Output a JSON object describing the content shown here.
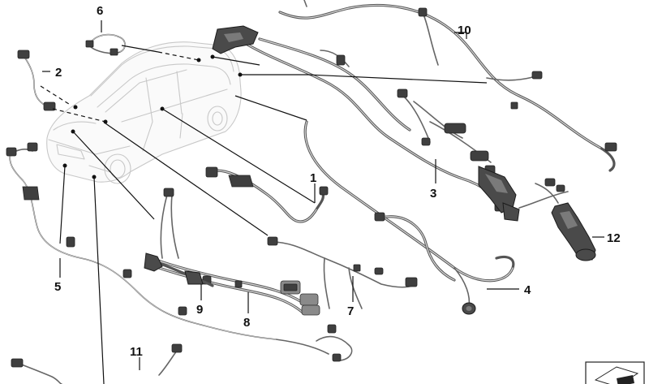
{
  "callouts": {
    "c1": "1",
    "c2": "2",
    "c3": "3",
    "c4": "4",
    "c5": "5",
    "c6": "6",
    "c7": "7",
    "c8": "8",
    "c9": "9",
    "c10": "10",
    "c11": "11",
    "c12": "12"
  },
  "icons": {
    "vehicle": "car-outline-icon",
    "reference": "arrow-box-icon"
  },
  "colors": {
    "cable": "#555555",
    "connector": "#3f3f3f",
    "leader": "#111111",
    "vehicle_outline": "#c8c8c8"
  }
}
